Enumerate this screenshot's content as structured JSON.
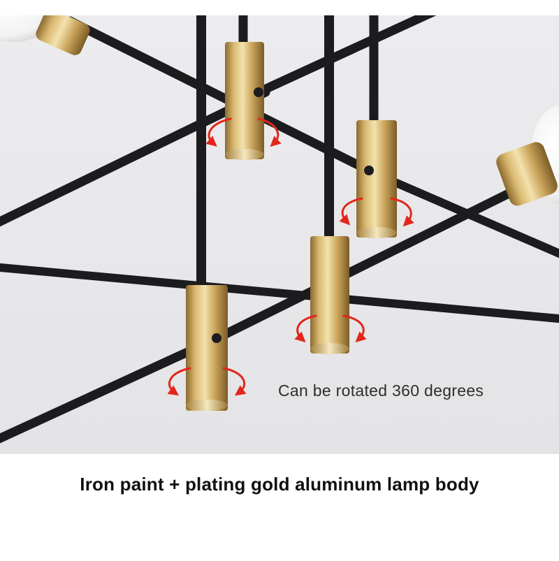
{
  "photo": {
    "subject": "modern black and gold ceiling chandelier",
    "colors": {
      "background": "#e9e9ea",
      "rod": "#1c1c1e",
      "gold_light": "#f1dfa8",
      "gold_mid": "#c9a35a",
      "gold_dark": "#8a6a2e",
      "arrow": "#e3261b"
    }
  },
  "callout_text": "Can be rotated 360 degrees",
  "caption_text": "Iron paint + plating gold aluminum lamp body"
}
